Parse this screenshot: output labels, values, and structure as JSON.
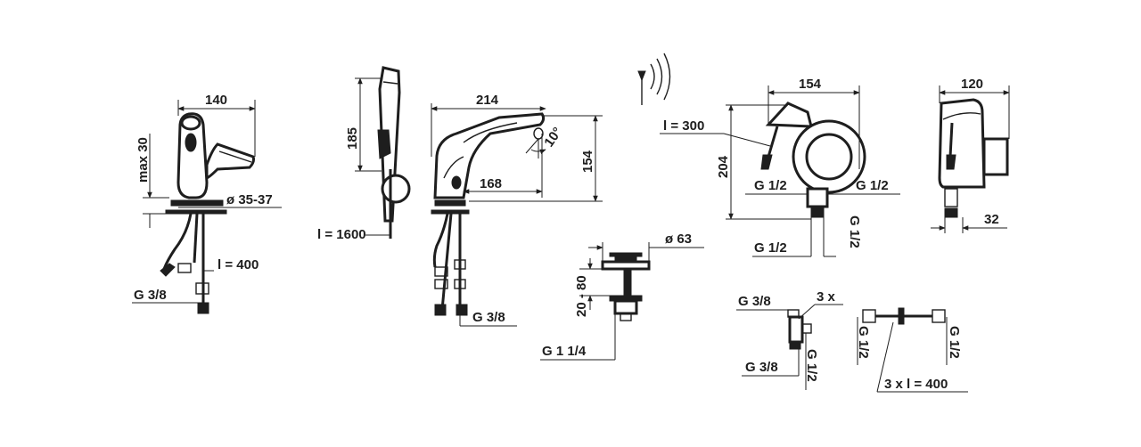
{
  "labels": {
    "basin_width": "140",
    "basin_max_height": "max 30",
    "basin_hole_dia": "ø 35-37",
    "basin_hose_length": "l = 400",
    "basin_conn": "G 3/8",
    "shower_height": "185",
    "shower_hose_length": "l = 1600",
    "mixer_width": "214",
    "mixer_reach": "168",
    "mixer_angle": "10°",
    "mixer_height": "154",
    "mixer_conn": "G 3/8",
    "waste_dia": "ø 63",
    "waste_range": "20 - 80",
    "waste_conn": "G 1 1/4",
    "wall_width": "154",
    "wall_cable_length": "l = 300",
    "wall_height": "204",
    "wall_conn_left": "G 1/2",
    "wall_conn_right": "G 1/2",
    "wall_conn_bottom": "G 1/2",
    "wall_conn_vertical": "G 1/2",
    "side_width": "120",
    "side_depth": "32",
    "valve_conn_top": "G 3/8",
    "valve_count": "3 x",
    "valve_conn_bottom": "G 3/8",
    "valve_conn_vertical": "G 1/2",
    "hose_conn_left": "G 1/2",
    "hose_conn_right": "G 1/2",
    "hose_length": "3 x  l = 400"
  },
  "colors": {
    "line": "#1e1e1e",
    "background": "#ffffff"
  },
  "icons": [
    "sensor-wave-icon"
  ]
}
